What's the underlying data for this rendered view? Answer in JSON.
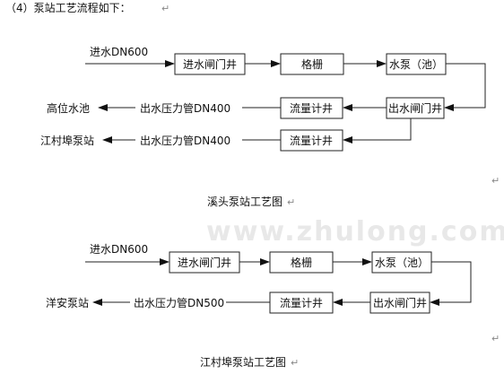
{
  "heading": "（4）泵站工艺流程如下：",
  "paragraph_mark": "↵",
  "watermark": "www.zhulong.com",
  "diagram1": {
    "caption": "溪头泵站工艺图",
    "inlet": "进水DN600",
    "boxes": {
      "inlet_gate_well": "进水闸门井",
      "grille": "格栅",
      "pump": "水泵（池）",
      "outlet_gate_well": "出水闸门井",
      "flowmeter_well_1": "流量计井",
      "flowmeter_well_2": "流量计井"
    },
    "pipe_1": "出水压力管DN400",
    "pipe_2": "出水压力管DN400",
    "dest_1": "高位水池",
    "dest_2": "江村埠泵站"
  },
  "diagram2": {
    "caption": "江村埠泵站工艺图",
    "inlet": "进水DN600",
    "boxes": {
      "inlet_gate_well": "进水闸门井",
      "grille": "格栅",
      "pump": "水泵（池）",
      "outlet_gate_well": "出水闸门井",
      "flowmeter_well": "流量计井"
    },
    "pipe": "出水压力管DN500",
    "dest": "洋安泵站"
  }
}
